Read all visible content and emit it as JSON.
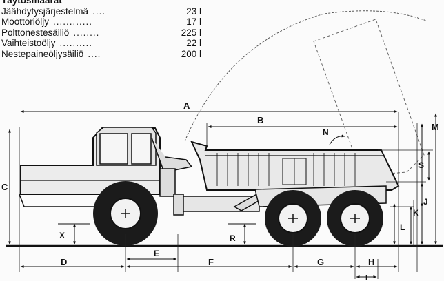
{
  "fill_table": {
    "title": "Täytösmäärät",
    "rows": [
      {
        "name": "Jäähdytysjärjestelmä",
        "dots": "....",
        "value": "23 l"
      },
      {
        "name": "Moottoriöljy",
        "dots": "............",
        "value": "17 l"
      },
      {
        "name": "Polttonestesäiliö",
        "dots": "........",
        "value": "225 l"
      },
      {
        "name": "Vaihteistoöljy",
        "dots": "..........",
        "value": "22 l"
      },
      {
        "name": "Nestepaineöljysäiliö",
        "dots": "....",
        "value": "200 l"
      }
    ]
  },
  "dimension_labels": {
    "a": "A",
    "b": "B",
    "c": "C",
    "d": "D",
    "e": "E",
    "f": "F",
    "g": "G",
    "h": "H",
    "i": "I",
    "j": "J",
    "k": "K",
    "l": "L",
    "m": "M",
    "n": "N",
    "r": "R",
    "s": "S",
    "x": "X"
  }
}
